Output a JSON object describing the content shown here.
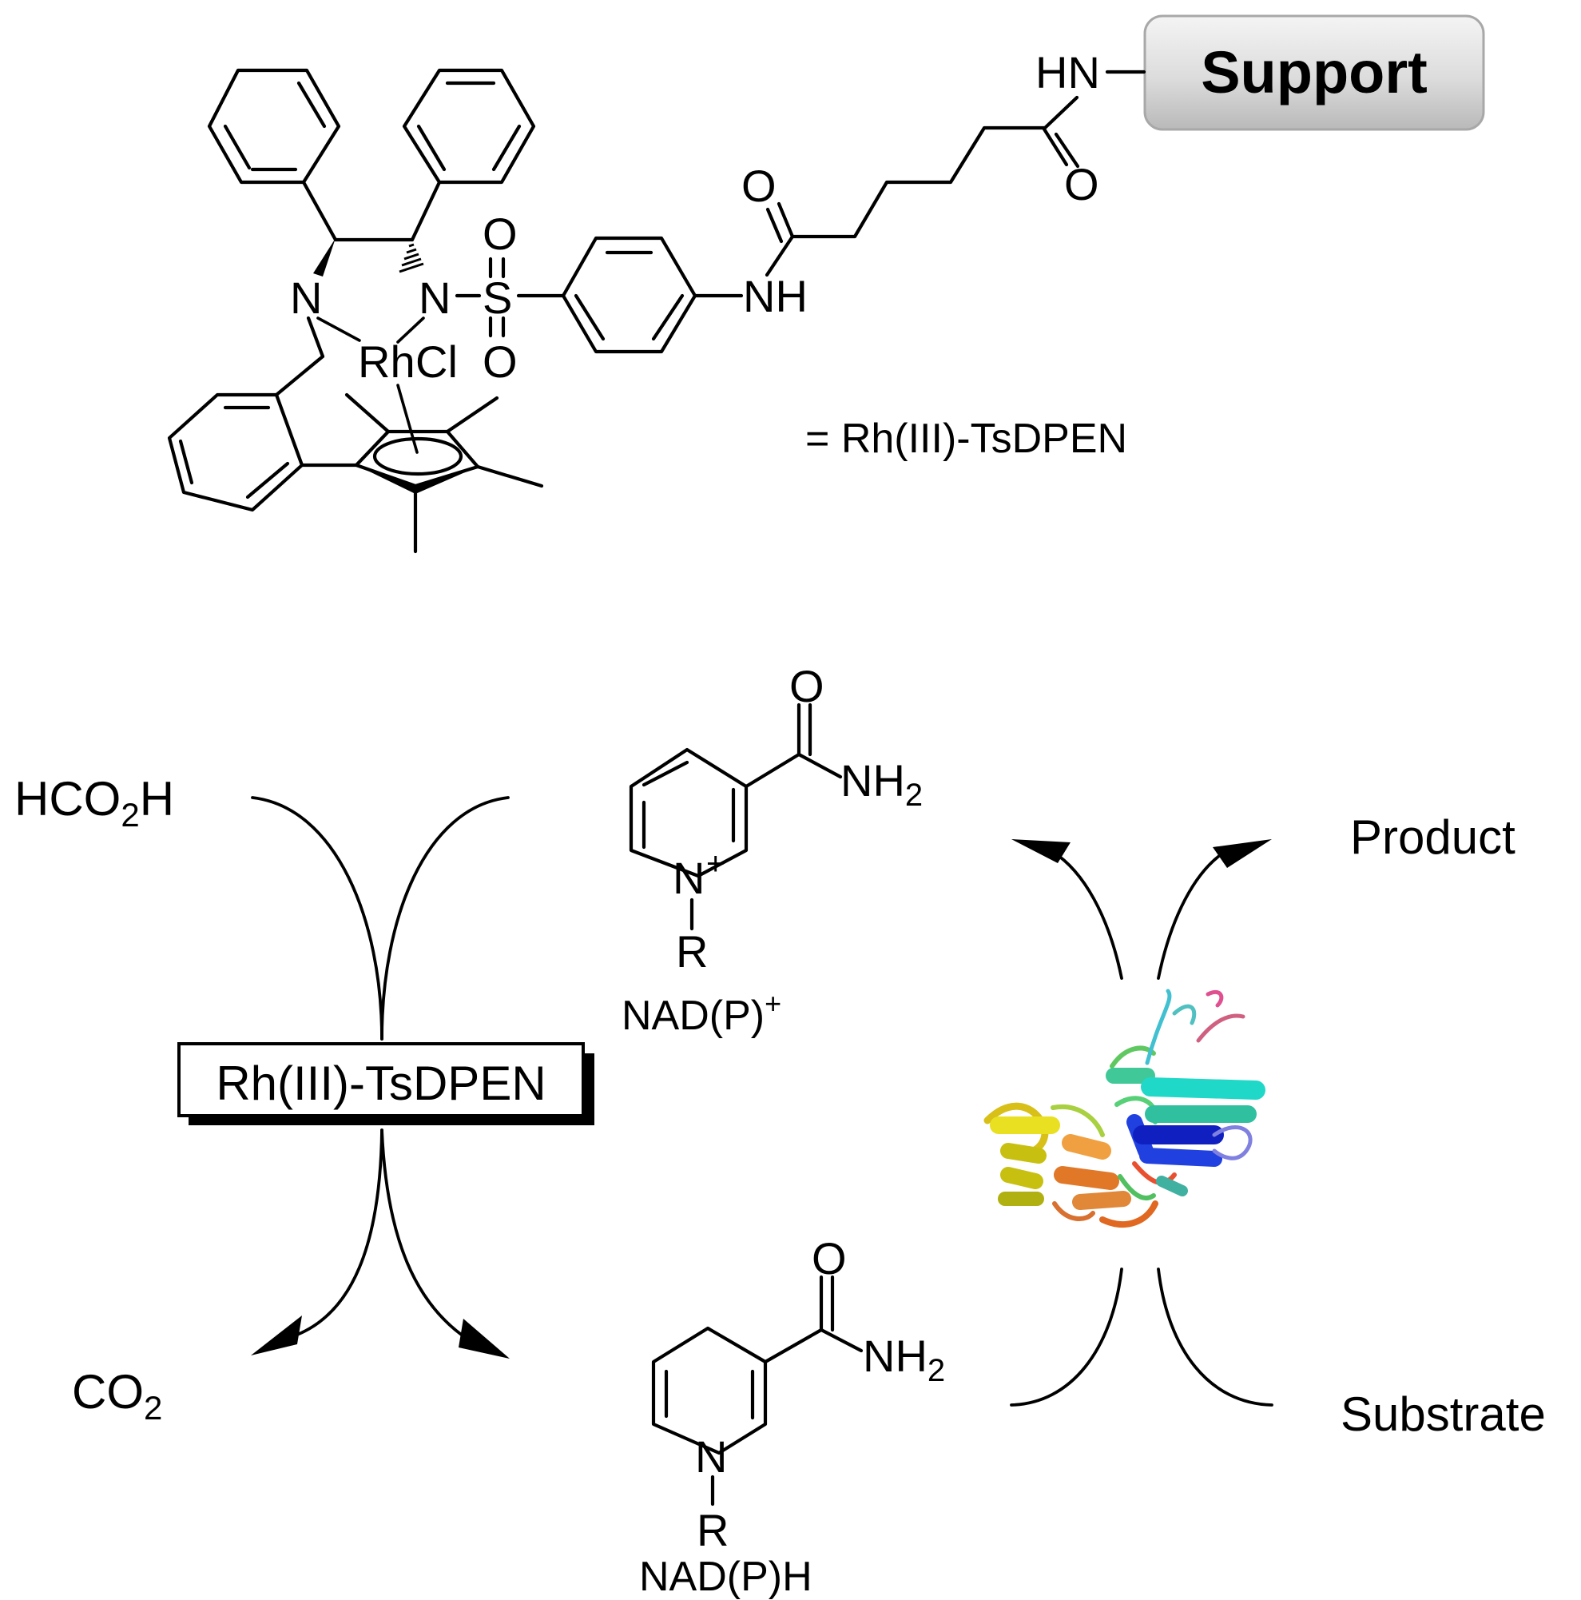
{
  "catalyst_structure": {
    "support_label": "Support",
    "amide_nh_top": "HN",
    "amide_nh_mid": "NH",
    "carbonyl_o_1": "O",
    "carbonyl_o_2": "O",
    "sulfonyl_s": "S",
    "sulfonyl_o_top": "O",
    "sulfonyl_o_bottom": "O",
    "nitrogen_amine": "N",
    "nitrogen_sulfonamide": "N",
    "metal": "Rh",
    "chloride": "Cl",
    "equals_caption": "= Rh(III)-TsDPEN"
  },
  "cycle": {
    "formic_acid": {
      "prefix": "HCO",
      "sub": "2",
      "suffix": "H"
    },
    "co2": {
      "prefix": "CO",
      "sub": "2"
    },
    "catalyst_box_label": "Rh(III)-TsDPEN",
    "product": "Product",
    "substrate": "Substrate"
  },
  "cofactors": {
    "oxidized": {
      "o": "O",
      "nh2": "NH",
      "nh2_sub": "2",
      "n": "N",
      "charge": "+",
      "r": "R",
      "name": "NAD(P)",
      "name_sup": "+"
    },
    "reduced": {
      "o": "O",
      "nh2": "NH",
      "nh2_sub": "2",
      "n": "N",
      "r": "R",
      "name": "NAD(P)H"
    }
  },
  "enzyme": {
    "icon": "protein-ribbon-icon",
    "helix_colors": [
      "#e8e020",
      "#c8c010",
      "#f0a040",
      "#e07828",
      "#30c0a0",
      "#20d8c8",
      "#2040e0",
      "#1020c0",
      "#8080e0",
      "#e05090",
      "#60c860"
    ]
  }
}
